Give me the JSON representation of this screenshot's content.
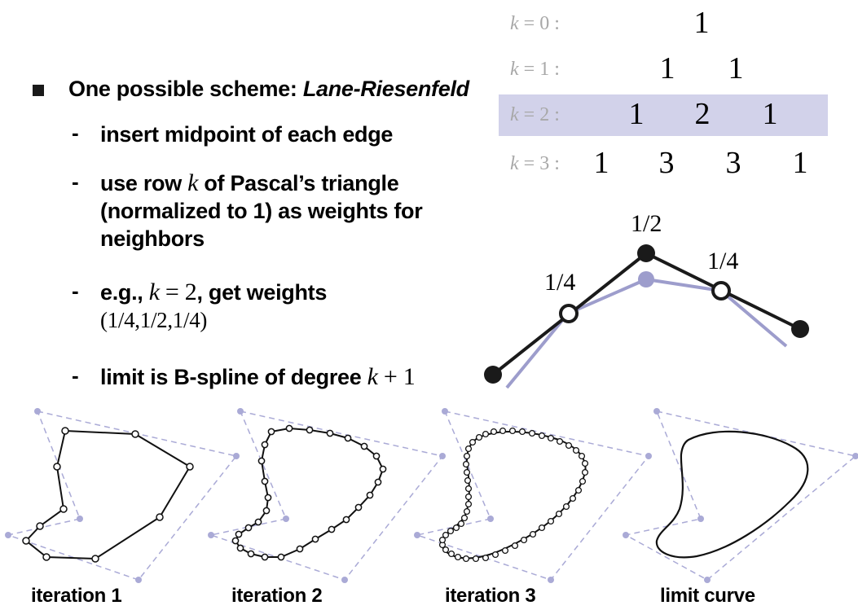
{
  "bullets": {
    "main_prefix": "One possible scheme: ",
    "main_italic": "Lane-Riesenfeld",
    "items": [
      {
        "dash": "-",
        "line1": "insert midpoint of each edge"
      },
      {
        "dash": "-",
        "line1_a": "use row ",
        "line1_k": "k",
        "line1_b": " of Pascal’s triangle",
        "line2": "(normalized to 1) as weights for",
        "line3": "neighbors"
      },
      {
        "dash": "-",
        "line1_a": "e.g., ",
        "line1_k": "k",
        "line1_eq": " = 2",
        "line1_b": ", get weights",
        "line2": "(1/4,1/2,1/4)"
      },
      {
        "dash": "-",
        "line1_a": "limit is B-spline of degree ",
        "line1_k": "k",
        "line1_plus": " + 1"
      }
    ]
  },
  "pascal": {
    "rows": [
      {
        "label_k": "k",
        "label_rest": " = 0 :",
        "values": [
          "1"
        ]
      },
      {
        "label_k": "k",
        "label_rest": " = 1 :",
        "values": [
          "1",
          "1"
        ]
      },
      {
        "label_k": "k",
        "label_rest": " = 2 :",
        "values": [
          "1",
          "2",
          "1"
        ]
      },
      {
        "label_k": "k",
        "label_rest": " = 3 :",
        "values": [
          "1",
          "3",
          "3",
          "1"
        ]
      }
    ],
    "highlight_color": "#d2d2ea"
  },
  "weights_diagram": {
    "labels": [
      "1/4",
      "1/2",
      "1/4"
    ],
    "dark_color": "#1a1a1a",
    "light_color": "#9d9dcc"
  },
  "iterations": {
    "captions": [
      "iteration 1",
      "iteration 2",
      "iteration 3",
      "limit curve"
    ],
    "control_color": "#aaaad6"
  }
}
